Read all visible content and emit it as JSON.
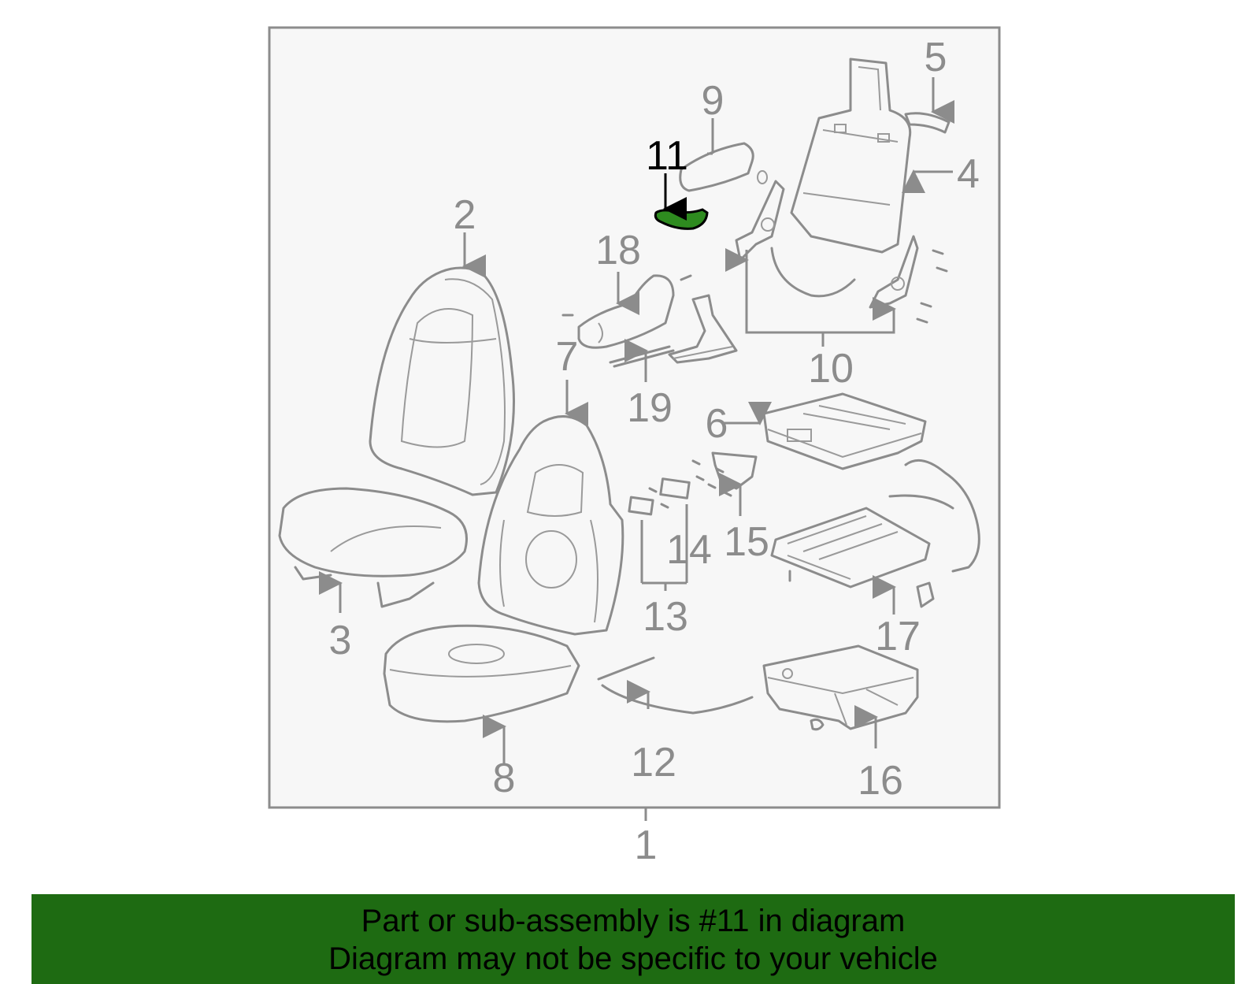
{
  "diagram": {
    "callouts": [
      "1",
      "2",
      "3",
      "4",
      "5",
      "6",
      "7",
      "8",
      "9",
      "10",
      "11",
      "12",
      "13",
      "14",
      "15",
      "16",
      "17",
      "18",
      "19"
    ],
    "highlighted_callout": "11",
    "highlight_color": "#1e6b12",
    "frame_color": "#8c8c8c"
  },
  "banner": {
    "line1": "Part or sub-assembly is #11 in diagram",
    "line2": "Diagram may not be specific to your vehicle",
    "color": "#1e6b12"
  }
}
